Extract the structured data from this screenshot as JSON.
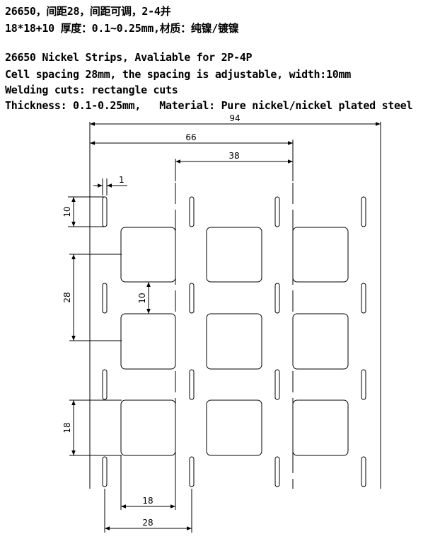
{
  "text_block": {
    "line1": "26650，间距28，间距可调，2-4并",
    "line2": "18*18+10 厚度：0.1~0.25mm,材质：纯镍/镀镍",
    "line3": "26650 Nickel Strips, Avaliable for 2P-4P",
    "line4": "Cell spacing 28mm, the spacing is adjustable, width:10mm",
    "line5": "Welding cuts: rectangle cuts",
    "line6": "Thickness: 0.1-0.25mm,   Material: Pure nickel/nickel plated steel"
  },
  "dimensions": {
    "overall_width": "94",
    "two_cell_width": "66",
    "spacing_top": "38",
    "slot_width": "1",
    "slot_height": "10",
    "cell_pitch": "28",
    "gap": "10",
    "pad_height": "18",
    "pad_width": "18",
    "pitch_bottom": "28"
  },
  "colors": {
    "line": "#000000",
    "background": "#ffffff"
  }
}
